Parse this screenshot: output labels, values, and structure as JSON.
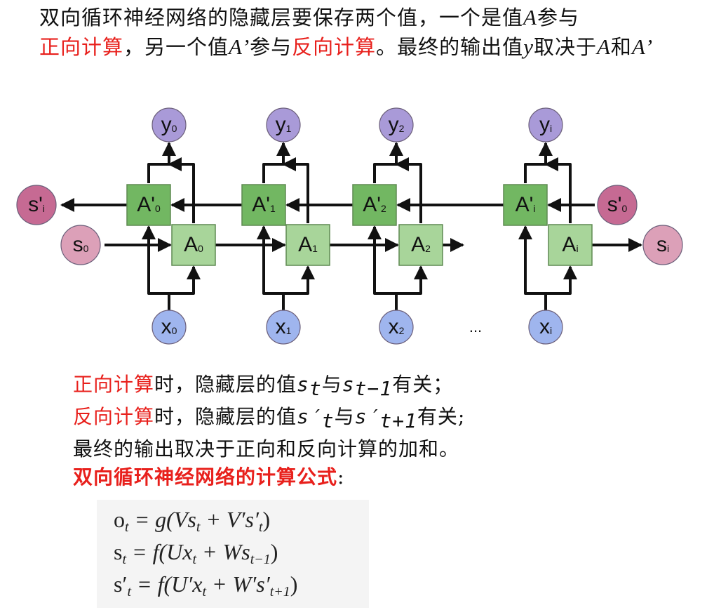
{
  "intro": {
    "p1": "双向循环神经网络的隐藏层要保存两个值，一个是值",
    "var_A": "A",
    "p2": "参与",
    "red1": "正向计算",
    "p3": "，另一个值",
    "var_A2": "A’",
    "p4": "参与",
    "red2": "反向计算",
    "p5": "。最终的输出值",
    "var_y": "y",
    "p6": "取决于",
    "var_A3": "A",
    "p7": "和",
    "var_A4": "A’"
  },
  "diagram": {
    "outputs": [
      {
        "main": "y",
        "sub": "0"
      },
      {
        "main": "y",
        "sub": "1"
      },
      {
        "main": "y",
        "sub": "2"
      },
      {
        "main": "y",
        "sub": "i"
      }
    ],
    "inputs": [
      {
        "main": "x",
        "sub": "0"
      },
      {
        "main": "x",
        "sub": "1"
      },
      {
        "main": "x",
        "sub": "2"
      },
      {
        "main": "x",
        "sub": "i"
      }
    ],
    "forward_cells": [
      {
        "main": "A",
        "sub": "0"
      },
      {
        "main": "A",
        "sub": "1"
      },
      {
        "main": "A",
        "sub": "2"
      },
      {
        "main": "A",
        "sub": "i"
      }
    ],
    "backward_cells": [
      {
        "main": "A'",
        "sub": "0"
      },
      {
        "main": "A'",
        "sub": "1"
      },
      {
        "main": "A'",
        "sub": "2"
      },
      {
        "main": "A'",
        "sub": "i"
      }
    ],
    "s_start": {
      "main": "s",
      "sub": "0"
    },
    "s_end": {
      "main": "s",
      "sub": "i"
    },
    "s_back_start": {
      "main": "s'",
      "sub": "0"
    },
    "s_back_end": {
      "main": "s'",
      "sub": "i"
    },
    "ellipsis": "...",
    "colors": {
      "output": "#a99ad8",
      "input": "#9fb5ee",
      "forward": "#a8d59a",
      "backward": "#72b762",
      "state_fwd": "#dca0b8",
      "state_back": "#c66a93"
    }
  },
  "notes": {
    "l1_red": "正向计算",
    "l1_a": "时，隐藏层的值",
    "l1_v1": "s",
    "l1_v1_sub": "t",
    "l1_b": "与",
    "l1_v2": "s",
    "l1_v2_sub": "t−1",
    "l1_c": "有关；",
    "l2_red": "反向计算",
    "l2_a": "时，隐藏层的值",
    "l2_v1": "s′",
    "l2_v1_sub": "t",
    "l2_b": "与",
    "l2_v2": "s′",
    "l2_v2_sub": "t+1",
    "l2_c": "有关;",
    "l3": "最终的输出取决于正向和反向计算的加和。",
    "l4_red": "双向循环神经网络的计算公式",
    "l4_colon": ":"
  },
  "formulas": {
    "f1_lhs": "o",
    "f1_lhs_sub": "t",
    "f1_rhs": " = g(Vs",
    "f1_s1": "t",
    "f1_mid": " + V′s′",
    "f1_s2": "t",
    "f1_end": ")",
    "f2_lhs": "s",
    "f2_lhs_sub": "t",
    "f2_rhs": " = f(Ux",
    "f2_s1": "t",
    "f2_mid": " + Ws",
    "f2_s2": "t−1",
    "f2_end": ")",
    "f3_lhs": "s′",
    "f3_lhs_sub": "t",
    "f3_rhs": " = f(U′x",
    "f3_s1": "t",
    "f3_mid": " + W′s′",
    "f3_s2": "t+1",
    "f3_end": ")"
  }
}
